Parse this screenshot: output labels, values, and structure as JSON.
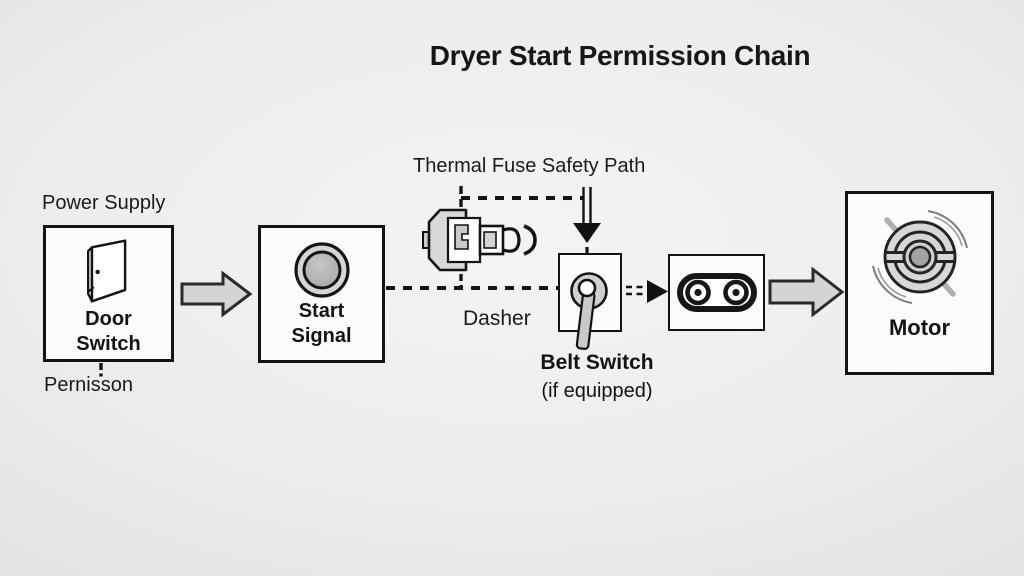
{
  "title": "Dryer Start Permission Chain",
  "labels": {
    "power_supply": "Power Supply",
    "permission": "Pernisson",
    "thermal_fuse_path": "Thermal Fuse Safety Path",
    "dasher": "Dasher",
    "belt_switch": "Belt Switch",
    "belt_switch_note": "(if equipped)"
  },
  "nodes": {
    "door_switch": "Door\nSwitch",
    "start_signal": "Start\nSignal",
    "motor": "Motor"
  },
  "icons": [
    "door-icon",
    "start-button-icon",
    "thermal-fuse-icon",
    "belt-switch-idler-icon",
    "belt-pulley-icon",
    "motor-icon",
    "block-arrow-icon",
    "down-double-arrow-icon",
    "dashed-double-arrow-icon"
  ],
  "colors": {
    "background": "#ebebea",
    "box_fill": "#fcfcfb",
    "line": "#141414",
    "arrow_fill": "#d4d4d2",
    "icon_gray": "#d0d0ce"
  }
}
